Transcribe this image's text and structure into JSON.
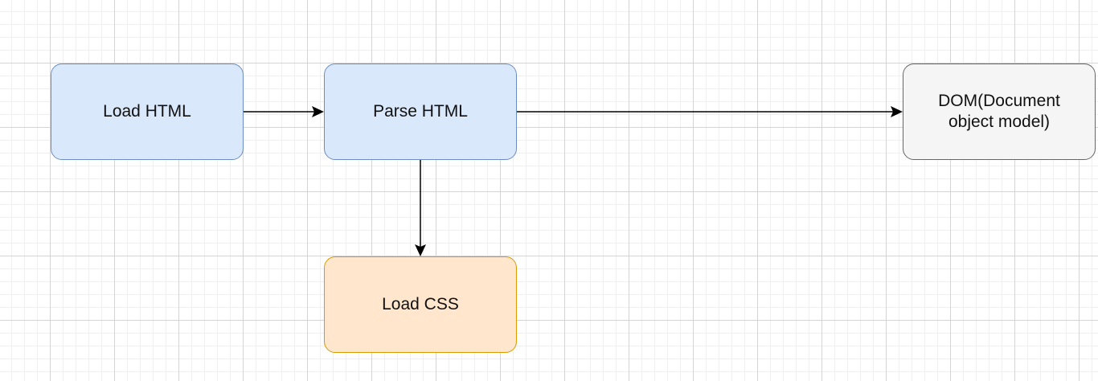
{
  "nodes": {
    "load_html": {
      "label": "Load HTML",
      "fill": "#dae8fc",
      "stroke": "#6c8ebf"
    },
    "parse_html": {
      "label": "Parse HTML",
      "fill": "#dae8fc",
      "stroke": "#6c8ebf"
    },
    "dom": {
      "label": "DOM(Document object model)",
      "fill": "#f5f5f5",
      "stroke": "#666666"
    },
    "load_css": {
      "label": "Load CSS",
      "fill": "#ffe6cc",
      "stroke": "#d79b00"
    }
  },
  "edges": [
    {
      "from": "Load HTML",
      "to": "Parse HTML"
    },
    {
      "from": "Parse HTML",
      "to": "DOM(Document object model)"
    },
    {
      "from": "Parse HTML",
      "to": "Load CSS"
    }
  ]
}
